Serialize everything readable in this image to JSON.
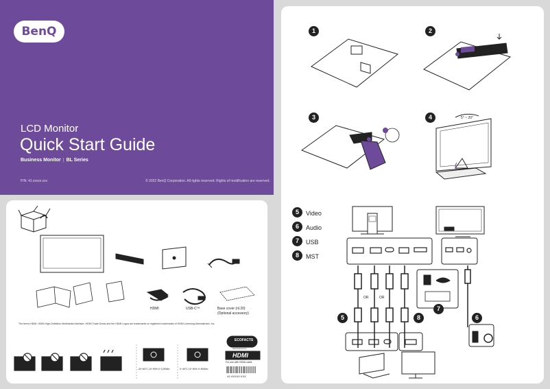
{
  "cover": {
    "brand": "BenQ",
    "product": "LCD Monitor",
    "title": "Quick Start Guide",
    "series_a": "Business Monitor",
    "series_sep": "|",
    "series_b": "BL Series",
    "doc_code": "P/N: 4J.xxxxx.xxx",
    "copyright": "© 2022 BenQ Corporation. All rights reserved. Rights of modification are reserved."
  },
  "box": {
    "hdmi_label": "HDMI",
    "usbc_label": "USB-C™",
    "base_cover_label": "Base cover (nl.20)",
    "base_cover_note": "(Optional accessory)",
    "trademark": "The terms HDMI, HDMI High-Definition Multimedia Interface, HDMI Trade Dress and the HDMI Logos are trademarks or registered trademarks of HDMI Licensing Administrator, Inc.",
    "ecofacts": "ECOFACTS",
    "ecofacts_sub": "www.benq.com",
    "hdmi_logo": "HDMI",
    "hdmi_tag": "For use with HDMI-cable",
    "cond1": "-20~60°C  10~90%  0~12000m",
    "cond2": "0~40°C  10~90%  0~5000m",
    "barcode_text": "4J.XXXXX.XXX"
  },
  "steps": {
    "s1": "1",
    "s2": "2",
    "s3": "3",
    "s4": "4",
    "tilt": "5° ~ 20°"
  },
  "connections": {
    "items": [
      {
        "num": "5",
        "label": "Video"
      },
      {
        "num": "6",
        "label": "Audio"
      },
      {
        "num": "7",
        "label": "USB"
      },
      {
        "num": "8",
        "label": "MST"
      }
    ],
    "or": "OR",
    "callout5": "5",
    "callout6": "6",
    "callout7": "7",
    "callout8": "8"
  }
}
